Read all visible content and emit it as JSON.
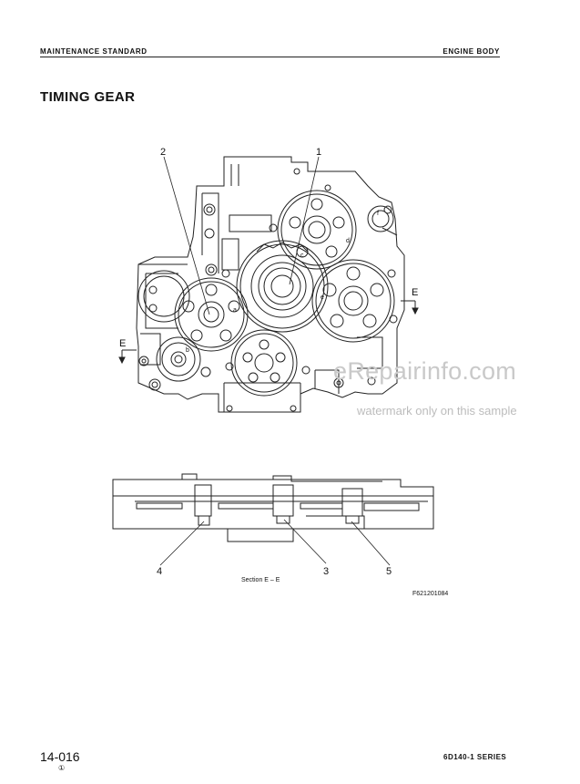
{
  "header": {
    "left": "MAINTENANCE STANDARD",
    "right": "ENGINE BODY"
  },
  "title": "TIMING GEAR",
  "figure": {
    "callouts": [
      "1",
      "2",
      "3",
      "4",
      "5"
    ],
    "section_markers": [
      "E",
      "E"
    ],
    "gear_letters": [
      "a",
      "b",
      "c",
      "d",
      "e",
      "f"
    ],
    "section_label": "Section E – E",
    "figure_code": "F621201084"
  },
  "watermark": {
    "main": "eRepairinfo.com",
    "sub": "watermark only on this sample"
  },
  "footer": {
    "page_number": "14-016",
    "revision_mark": "①",
    "series": "6D140-1 SERIES"
  }
}
